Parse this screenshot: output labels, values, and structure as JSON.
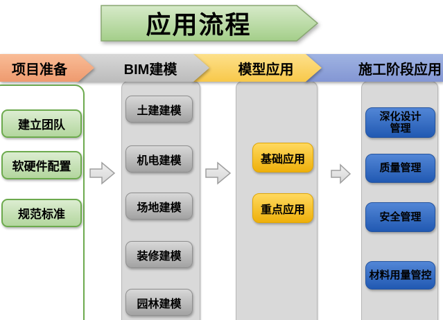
{
  "title": {
    "label": "应用流程"
  },
  "palette": {
    "title_green": "#a5cf8b",
    "header_salmon": "#f2a67c",
    "header_gray": "#c9c9c9",
    "header_yellow": "#fbd366",
    "header_blue": "#8fa3da",
    "item_green": "#b9d7a8",
    "item_gray": "#b0b0b0",
    "item_yellow": "#f7c125",
    "item_blue": "#2e6ac4",
    "column_fill": "#d9d9d9"
  },
  "columns": [
    {
      "id": "project-preparation",
      "header": "项目准备",
      "items": [
        "建立团队",
        "软硬件配置",
        "规范标准"
      ]
    },
    {
      "id": "bim-modeling",
      "header": "BIM建模",
      "items": [
        "土建建模",
        "机电建模",
        "场地建模",
        "装修建模",
        "园林建模"
      ]
    },
    {
      "id": "model-application",
      "header": "模型应用",
      "items": [
        "基础应用",
        "重点应用"
      ]
    },
    {
      "id": "construction-stage-application",
      "header": "施工阶段应用",
      "items": [
        "深化设计管理",
        "质量管理",
        "安全管理",
        "材料用量管控"
      ]
    }
  ],
  "icons": {
    "title_arrow": "right-pentagon-arrow",
    "flow_arrow": "right-block-arrow"
  }
}
